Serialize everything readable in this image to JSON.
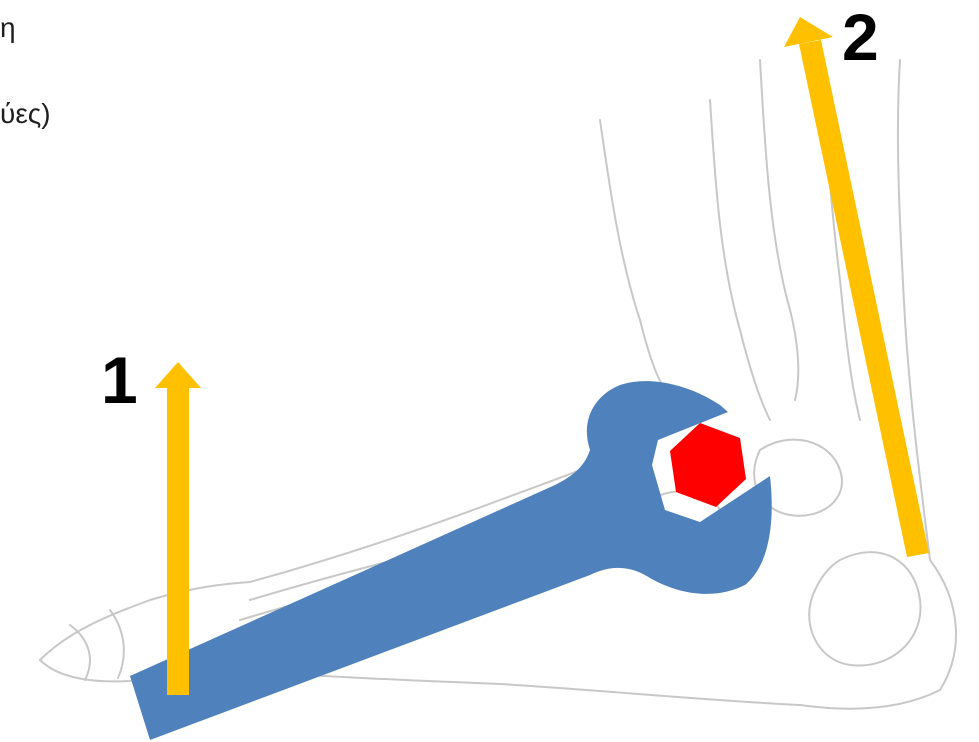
{
  "text_fragments": [
    "η",
    "ύες)"
  ],
  "arrows": [
    {
      "label": "1",
      "color": "#FFC000"
    },
    {
      "label": "2",
      "color": "#FFC000"
    }
  ],
  "wrench": {
    "color": "#4F81BD"
  },
  "nut": {
    "color": "#FF0000"
  },
  "foot_outline": {
    "color": "#c8c8c8"
  }
}
